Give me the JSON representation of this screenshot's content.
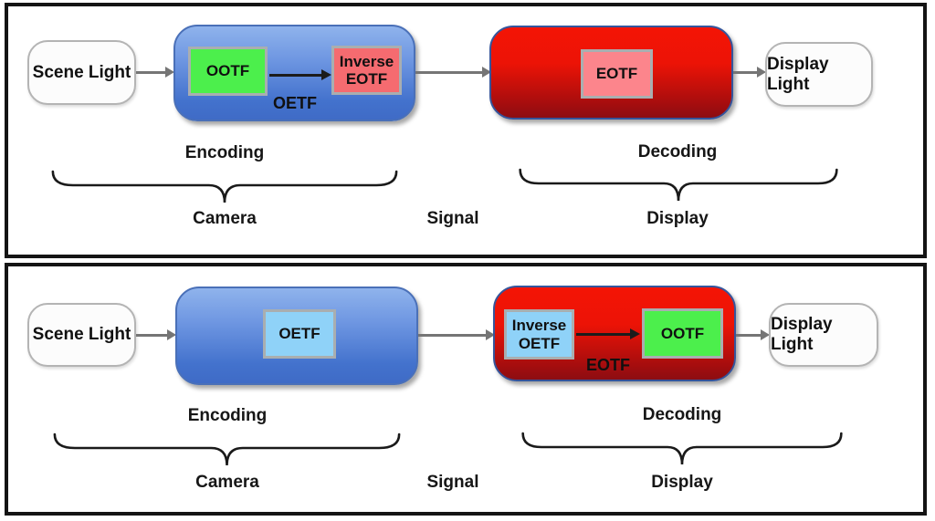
{
  "diagram": {
    "title_semantic": "OOTF / OETF / EOTF encoding-decoding signal flow",
    "top_panel": {
      "scene_light": "Scene Light",
      "display_light": "Display Light",
      "encoder_box1": "OOTF",
      "encoder_box2": "Inverse EOTF",
      "encoder_arrow_label": "OETF",
      "decoder_box1": "EOTF",
      "encoding_label": "Encoding",
      "decoding_label": "Decoding",
      "camera_label": "Camera",
      "signal_label": "Signal",
      "display_label": "Display"
    },
    "bottom_panel": {
      "scene_light": "Scene Light",
      "display_light": "Display Light",
      "encoder_box1": "OETF",
      "decoder_box1": "Inverse OETF",
      "decoder_box2": "OOTF",
      "decoder_arrow_label": "EOTF",
      "encoding_label": "Encoding",
      "decoding_label": "Decoding",
      "camera_label": "Camera",
      "signal_label": "Signal",
      "display_label": "Display"
    },
    "colors": {
      "encoder_gradient_top": "#8fb3ec",
      "encoder_gradient_bottom": "#3f6bc6",
      "decoder_gradient_top": "#f41405",
      "decoder_gradient_bottom": "#8c0d12",
      "ootf_green": "#4cef4c",
      "inverse_eotf_salmon": "#f56b70",
      "eotf_pink": "#fc858c",
      "oetf_light_blue": "#8fd2f8",
      "terminal_fill": "#fcfcfc",
      "terminal_border": "#b4b4b4",
      "panel_border": "#141414",
      "arrow_gray": "#757575",
      "arrow_black": "#1c1c1c"
    }
  }
}
